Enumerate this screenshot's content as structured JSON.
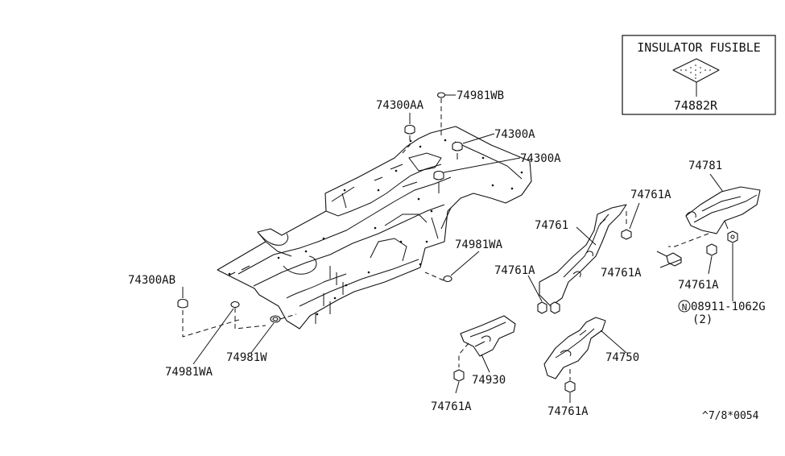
{
  "inset": {
    "title": "INSULATOR FUSIBLE",
    "part_number": "74882R"
  },
  "labels": {
    "p74300AA": "74300AA",
    "p74981WB": "74981WB",
    "p74300A_1": "74300A",
    "p74300A_2": "74300A",
    "p74300AB": "74300AB",
    "p74981WA_1": "74981WA",
    "p74981WA_2": "74981WA",
    "p74981W": "74981W",
    "p74761": "74761",
    "p74761A_1": "74761A",
    "p74761A_2": "74761A",
    "p74761A_3": "74761A",
    "p74761A_4": "74761A",
    "p74761A_5": "74761A",
    "p74761A_6": "74761A",
    "p74781": "74781",
    "p74750": "74750",
    "p74930": "74930",
    "nut_number": "08911-1062G",
    "nut_symbol": "N",
    "nut_qty": "(2)"
  },
  "footer": {
    "diagram_code": "^7/8*0054"
  }
}
